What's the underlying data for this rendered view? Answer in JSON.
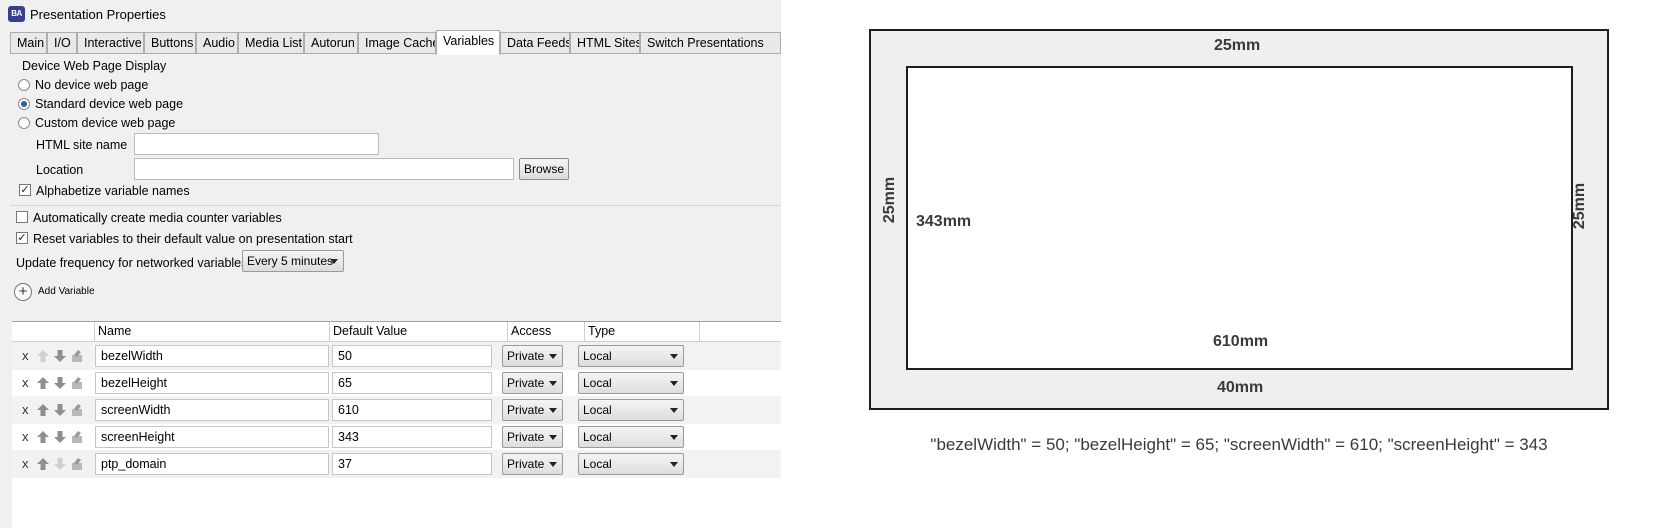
{
  "window": {
    "app_icon_text": "BA",
    "title": "Presentation Properties"
  },
  "tabs": [
    "Main",
    "I/O",
    "Interactive",
    "Buttons",
    "Audio",
    "Media List",
    "Autorun",
    "Image Cache",
    "Variables",
    "Data Feeds",
    "HTML Sites",
    "Switch Presentations"
  ],
  "active_tab": "Variables",
  "device_web_page": {
    "group_label": "Device Web Page Display",
    "options": [
      {
        "label": "No device web page",
        "selected": false
      },
      {
        "label": "Standard device web page",
        "selected": true
      },
      {
        "label": "Custom device web page",
        "selected": false
      }
    ],
    "html_site_name_label": "HTML site name",
    "html_site_name_value": "",
    "location_label": "Location",
    "location_value": "",
    "browse_label": "Browse",
    "alphabetize_label": "Alphabetize variable names",
    "alphabetize_checked": true
  },
  "options": {
    "auto_counter_label": "Automatically create media counter variables",
    "auto_counter_checked": false,
    "reset_label": "Reset variables to their default value on presentation start",
    "reset_checked": true,
    "update_freq_label": "Update frequency for networked variables:",
    "update_freq_value": "Every 5 minutes"
  },
  "add_variable_label": "Add Variable",
  "grid": {
    "columns": [
      "Name",
      "Default Value",
      "Access",
      "Type"
    ],
    "rows": [
      {
        "name": "bezelWidth",
        "default": "50",
        "access": "Private",
        "type": "Local"
      },
      {
        "name": "bezelHeight",
        "default": "65",
        "access": "Private",
        "type": "Local"
      },
      {
        "name": "screenWidth",
        "default": "610",
        "access": "Private",
        "type": "Local"
      },
      {
        "name": "screenHeight",
        "default": "343",
        "access": "Private",
        "type": "Local"
      },
      {
        "name": "ptp_domain",
        "default": "37",
        "access": "Private",
        "type": "Local"
      }
    ],
    "delete_glyph": "x",
    "row_icons": [
      "arrow-up-icon",
      "arrow-down-icon",
      "edit-icon"
    ]
  },
  "diagram": {
    "bezel_top": "25mm",
    "bezel_left": "25mm",
    "bezel_right": "25mm",
    "bezel_bottom": "40mm",
    "screen_height": "343mm",
    "screen_width": "610mm",
    "caption": "\"bezelWidth\" = 50; \"bezelHeight\" = 65; \"screenWidth\" = 610; \"screenHeight\" = 343"
  }
}
